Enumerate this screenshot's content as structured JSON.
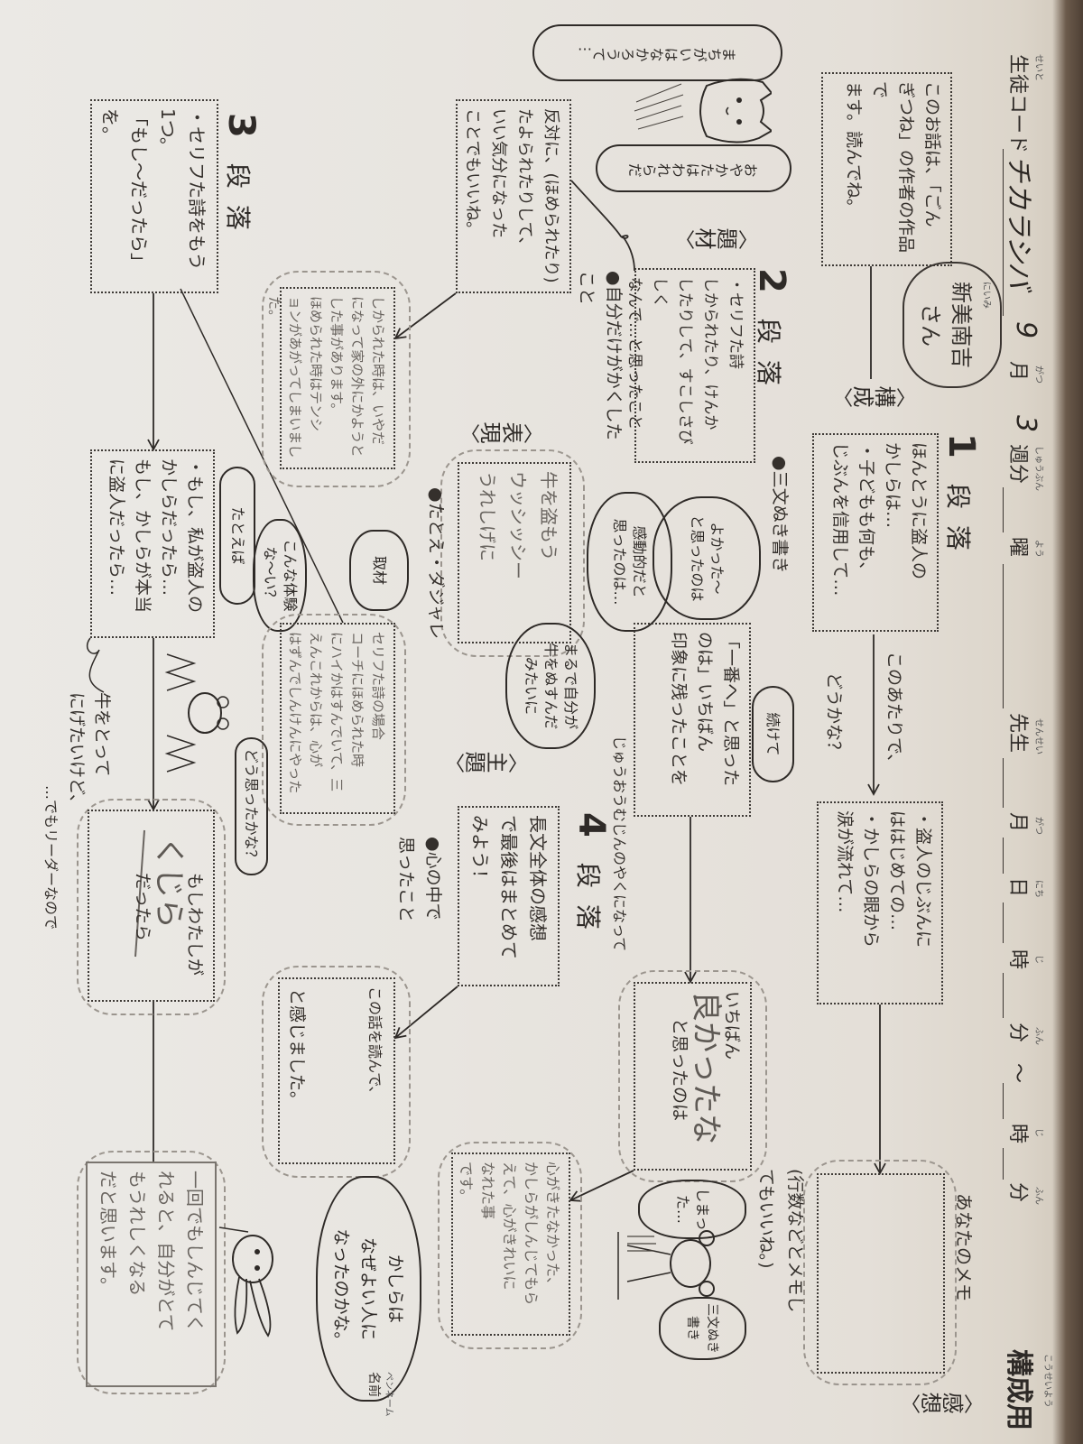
{
  "header": {
    "student_code_ruby": "せいと",
    "student_code_label": "生徒コード",
    "student_code": "チカラシバ",
    "month": "9",
    "month_ruby": "がつ",
    "month_label": "月",
    "week": "3",
    "week_ruby": "しゅうぶん",
    "week_label": "週分",
    "weekday_ruby": "よう",
    "weekday_label": "曜",
    "teacher_ruby": "せんせい",
    "teacher_label": "先生",
    "date_month_ruby": "がつ",
    "date_month_label": "月",
    "date_day_ruby": "にち",
    "date_day_label": "日",
    "hour1_ruby": "じ",
    "hour1_label": "時",
    "min1_ruby": "ふん",
    "min1_label": "分",
    "tilde": "～",
    "hour2_ruby": "じ",
    "hour2_label": "時",
    "min2_ruby": "ふん",
    "min2_label": "分",
    "title_ruby": "こうせいよう",
    "title": "構成用"
  },
  "intro": {
    "lines": [
      "このお話は、「ごん",
      "ぎつね」の作者の作品で",
      "ます。読んでね。"
    ],
    "author_ruby": "にいみ",
    "author": "新美南吉さん"
  },
  "labels": {
    "structure": "構成",
    "material": "題材",
    "expression": "表現",
    "theme": "主題",
    "impression": "感想"
  },
  "para1": {
    "num": "1",
    "title": "段落",
    "lines": [
      "ほんとうに盗人の",
      "かしらは…",
      "・子どもも何も、",
      "じぶんを信用して…"
    ],
    "note": "●三文ぬき書き",
    "arrow_note_top": "このあたりで、",
    "arrow_note_bottom": "どうかな？",
    "next_lines": [
      "・盗人のじぶんに",
      "ははじめての…",
      "・かしらの眼から",
      "涙が流れて…"
    ]
  },
  "memo": {
    "title": "あなたのメモ",
    "hint_lines": [
      "(行数などとメモし",
      "てもいいね。)"
    ]
  },
  "cat": {
    "bubble1": "まちがいはなかろうて…",
    "bubble2": "おやかたはわれらだ"
  },
  "para2": {
    "num": "2",
    "title": "段落",
    "lines": [
      "・セリフた詩",
      "しかられたり、けんか",
      "したりして、すこしさびしく",
      "なんで…と思ったこと"
    ],
    "note_lines": [
      "●自分だけがかくした",
      "こと"
    ],
    "hint_lines": [
      "反対に、(ほめられたり)",
      "たよられたりして、",
      "いい気分になった",
      "ことでもいいね。"
    ],
    "answer_lines": [
      "しかられた時は、いやだ",
      "になって家の外にかようと",
      "した事があります。",
      "ほめられた時はテンシ",
      "ョンがあがってしまいました。"
    ]
  },
  "expression": {
    "lines": [
      "牛を盗もう",
      "ウッシッシー",
      "うれしげに"
    ],
    "note": "●たとえ・ダジャレ",
    "bubble_good": [
      "よかった〜",
      "と思ったのは"
    ],
    "bubble_moving": [
      "感動的だと",
      "思ったのは…"
    ],
    "bubble_continue": "続けて",
    "bubble_self": [
      "まるで自分が",
      "牛をぬすんだ",
      "みたいに"
    ]
  },
  "best": {
    "lines": [
      "「一番へ」と思った",
      "のは」いちばん",
      "印象に残ったことを"
    ],
    "note": "じゅうおうむじんのやくになって",
    "result_top": "いちばん",
    "result_big": "良かったな",
    "result_bottom": "と思ったのは"
  },
  "para4": {
    "num": "4",
    "title": "段落",
    "lines": [
      "長文全体の感想",
      "で最後はまとめて",
      "みよう！"
    ],
    "note_lines": [
      "●心の中で",
      "思ったこと"
    ],
    "conclusion_top": "この話を読んで、",
    "conclusion_bottom": "と感じました。"
  },
  "impression_box": {
    "lines": [
      "心がきたなかった、",
      "かしらがしんじてもら",
      "えて、心がきれいに",
      "なれた事",
      "です。"
    ],
    "bubble_oops": "しまった…",
    "bubble_quote": "三文ぬき書き"
  },
  "para3": {
    "num": "3",
    "title": "段落",
    "lines": [
      "・セリフた詩をもう",
      "1つ。",
      "「もし〜だったら」を。"
    ],
    "interview_bubble": "取材",
    "experience_bubble": [
      "こんな体験",
      "な〜い？"
    ],
    "example_bubble": "たとえば",
    "case_lines": [
      "セリフた詩の場合",
      "コーチにほめられた時",
      "にハイかはすんでいて、三",
      "えんこれからは、心が",
      "はずんでしんけんにやった"
    ],
    "if_lines": [
      "・もし、私が盗人の",
      "かしらだったら…",
      "もし、かしらが本当",
      "に盗人だったら…"
    ],
    "think_bubble": "どう思ったかな？",
    "cow_lines": [
      "牛をとって",
      "にげたいけど、"
    ],
    "cow_tail": "…でもリーダーなので",
    "whale_top": "もしわたしが",
    "whale_big": "くじら",
    "whale_bottom": "だったら",
    "final_lines": [
      "一回でもしんじてく",
      "れると、自分がとて",
      "もうれしくなる",
      "だと思います。"
    ],
    "question_lines": [
      "かしらは",
      "なぜよい人に",
      "なったのかな。"
    ],
    "pen_name_ruby": "ペンネーム",
    "pen_name_label": "名前"
  }
}
